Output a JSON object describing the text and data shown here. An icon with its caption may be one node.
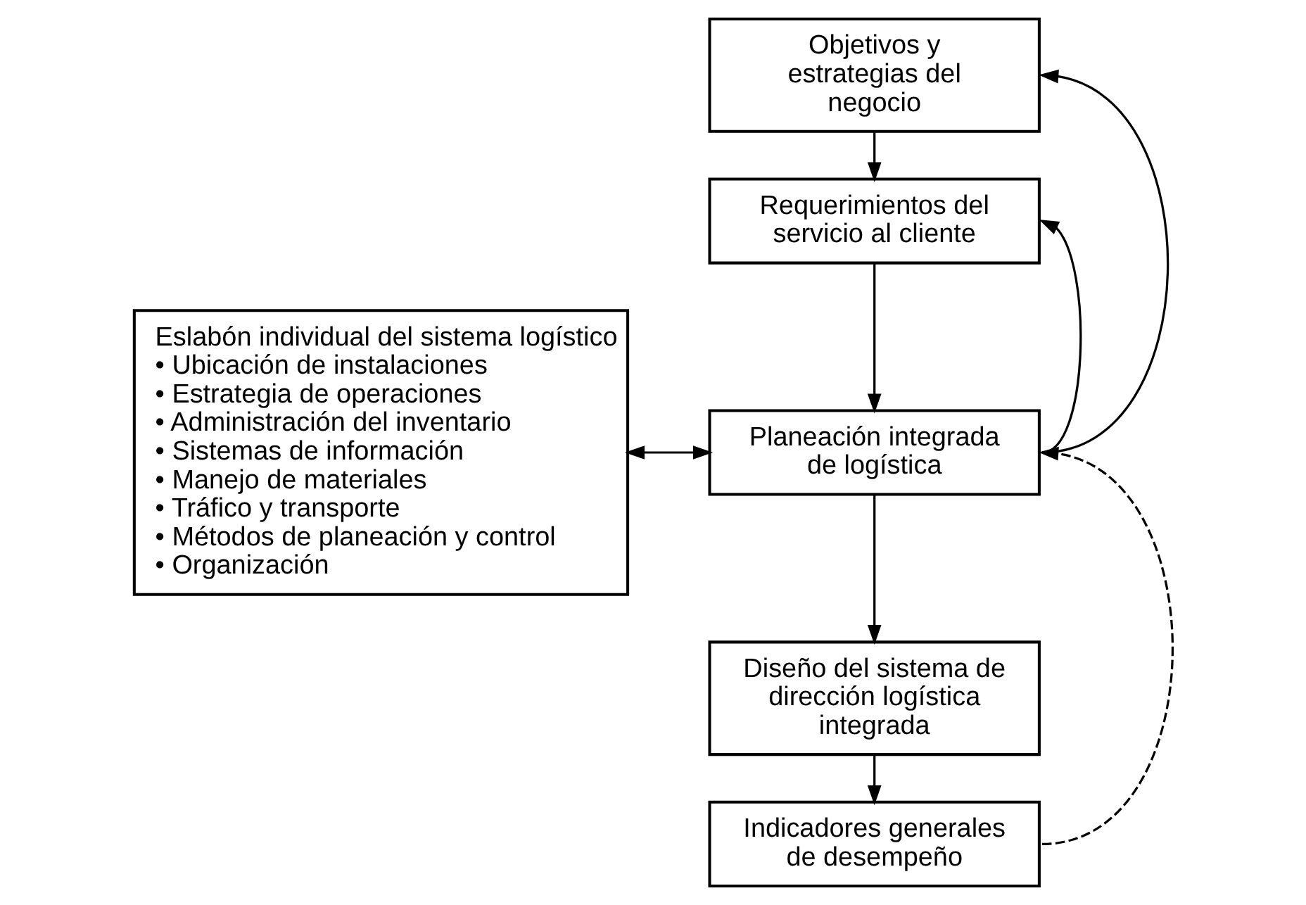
{
  "diagram": {
    "nodes": [
      {
        "text": [
          "Eslabón individual del sistema logístico",
          "• Ubicación de instalaciones",
          "• Estrategia de operaciones",
          "• Administración del inventario",
          "• Sistemas de información",
          "• Manejo de materiales",
          "• Tráfico y transporte",
          "• Métodos de planeación y control",
          "• Organización"
        ]
      },
      {
        "text": [
          "Objetivos y estrategias del negocio"
        ]
      },
      {
        "text": [
          "Requerimientos del servicio al cliente"
        ]
      },
      {
        "text": [
          "Planeación integrada de logística"
        ]
      },
      {
        "text": [
          "Diseño del sistema de dirección logística integrada"
        ]
      },
      {
        "text": [
          "Indicadores generales de desempeño"
        ]
      }
    ],
    "edges": [
      {
        "from": 1,
        "to": 2,
        "arrow": "to"
      },
      {
        "from": 2,
        "to": 3,
        "arrow": "to"
      },
      {
        "from": 3,
        "to": 4,
        "arrow": "to"
      },
      {
        "from": 4,
        "to": 5,
        "arrow": "to"
      },
      {
        "from": 0,
        "to": 3,
        "arrow": "both"
      },
      {
        "from": 3,
        "to": 2,
        "arrow": "to"
      },
      {
        "from": 3,
        "to": 1,
        "arrow": "to"
      },
      {
        "from": 5,
        "to": 3,
        "arrow": "to",
        "style": "dashed"
      }
    ]
  }
}
